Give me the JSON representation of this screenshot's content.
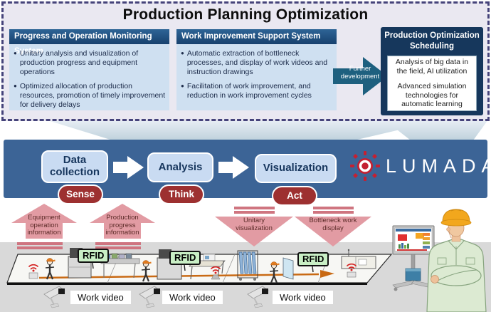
{
  "title": "Production Planning Optimization",
  "systems": [
    {
      "header": "Progress and Operation Monitoring System",
      "bullets": [
        "Unitary analysis and visualization of production progress and equipment operations",
        "Optimized allocation of production resources, promotion of timely improvement for delivery delays"
      ]
    },
    {
      "header": "Work Improvement Support System",
      "bullets": [
        "Automatic extraction of bottleneck processes, and display of work videos and instruction drawings",
        "Facilitation of work improvement, and reduction in work improvement cycles"
      ]
    }
  ],
  "further_arrow": {
    "label": "Further development"
  },
  "scheduling": {
    "header": "Production Optimization Scheduling",
    "lines": [
      "Analysis of big data in the field, AI utilization",
      "Advanced simulation technologies for automatic learning"
    ]
  },
  "process": {
    "logo_text": "LUMADA",
    "steps": [
      {
        "label": "Data collection",
        "tag": "Sense"
      },
      {
        "label": "Analysis",
        "tag": "Think"
      },
      {
        "label": "Visualization",
        "tag": "Act"
      }
    ]
  },
  "flow": {
    "up": [
      "Equipment operation information",
      "Production progress information"
    ],
    "down": [
      "Unitary visualization",
      "Bottleneck work display"
    ]
  },
  "factory": {
    "rfid_tags": [
      "RFID",
      "RFID",
      "RFID"
    ],
    "work_video_labels": [
      "Work video",
      "Work video",
      "Work video"
    ]
  },
  "colors": {
    "band_blue": "#3c6496",
    "header_blue_dark": "#17416e",
    "panel_lavender": "#eae8f1",
    "dashed_border": "#45437a",
    "system_body_blue": "#cfe0f1",
    "step_box_blue": "#c9dbf2",
    "scheduling_navy": "#16375c",
    "further_teal": "#1e607f",
    "tag_red": "#9d3030",
    "flow_pink": "#e29ba3",
    "flow_pink_dark": "#cf7580",
    "rfid_green": "#c9efc5",
    "lumada_red": "#c42032",
    "factory_gray": "#d9d9d9",
    "conveyor_orange": "#c96a14"
  }
}
